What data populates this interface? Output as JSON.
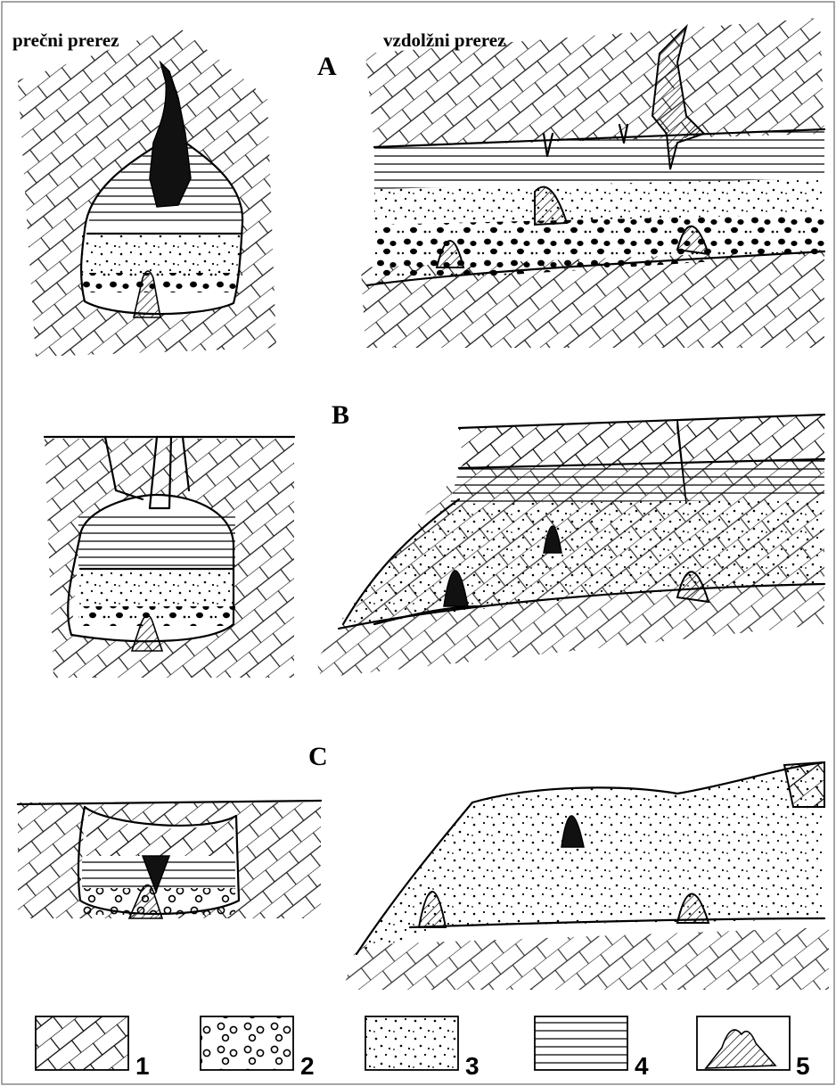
{
  "headers": {
    "cross_section": "prečni prerez",
    "longitudinal_section": "vzdolžni prerez"
  },
  "rows": {
    "a": "A",
    "b": "B",
    "c": "C"
  },
  "legend": [
    {
      "key": "1",
      "pattern": "limestone-brick-hatch"
    },
    {
      "key": "2",
      "pattern": "gravel-circles"
    },
    {
      "key": "3",
      "pattern": "sand-dots"
    },
    {
      "key": "4",
      "pattern": "laminated-lines"
    },
    {
      "key": "5",
      "pattern": "stalagmite-hatched"
    }
  ]
}
